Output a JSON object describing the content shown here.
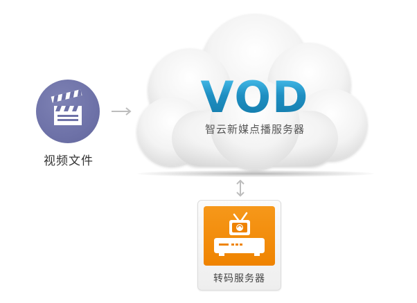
{
  "diagram": {
    "cloud": {
      "title": "VOD",
      "subtitle": "智云新媒点播服务器"
    },
    "video_source": {
      "label": "视频文件",
      "icon": "clapperboard-icon",
      "color": "#6e72a8"
    },
    "transcoder": {
      "label": "转码服务器",
      "icon": "tv-settop-box-icon",
      "color": "#ef8300"
    },
    "colors": {
      "vod_text": "#1f8fc2",
      "arrow": "#bdbdbd"
    }
  }
}
